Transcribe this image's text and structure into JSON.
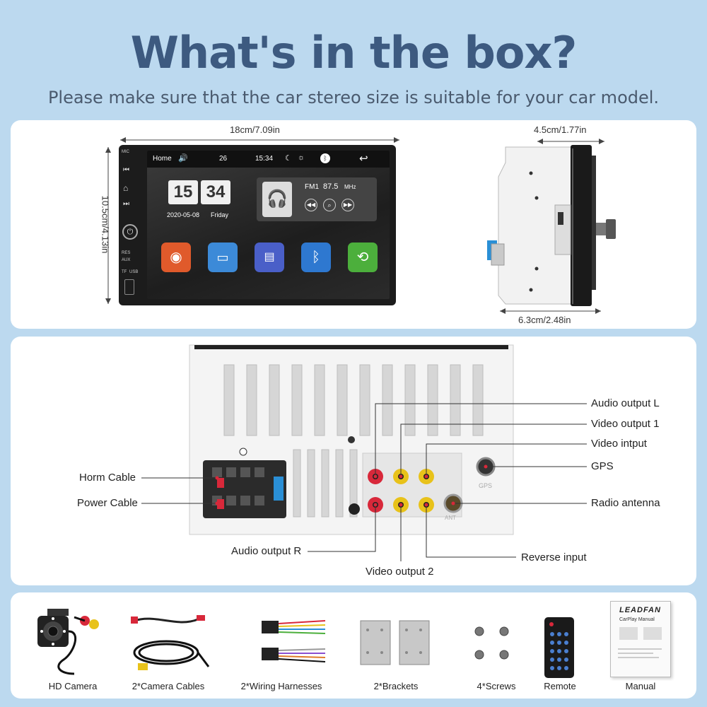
{
  "header": {
    "title": "What's in the box?",
    "subtitle": "Please make sure that the car stereo size is suitable for your car model."
  },
  "dimensions": {
    "width": "18cm/7.09in",
    "height": "10.5cm/4.13in",
    "depth_top": "4.5cm/1.77in",
    "depth_bottom": "6.3cm/2.48in"
  },
  "screen": {
    "home": "Home",
    "volume": "26",
    "time": "15:34",
    "clock_hour": "15",
    "clock_min": "34",
    "date": "2020-05-08",
    "day": "Friday",
    "radio_band": "FM1",
    "radio_freq": "87.5",
    "radio_unit": "MHz",
    "side_labels": [
      "MIC",
      "RES",
      "AUX",
      "TF",
      "USB"
    ]
  },
  "ports": {
    "audio_output_l": "Audio output L",
    "video_output_1": "Video output 1",
    "video_input": "Video intput",
    "gps": "GPS",
    "radio_antenna": "Radio antenna",
    "reverse_input": "Reverse input",
    "video_output_2": "Video output 2",
    "audio_output_r": "Audio output R",
    "horn_cable": "Horm Cable",
    "power_cable": "Power Cable",
    "gps_mark": "GPS",
    "ant_mark": "ANT"
  },
  "items": [
    {
      "label": "HD Camera",
      "icon": "camera-icon"
    },
    {
      "label": "2*Camera Cables",
      "icon": "cables-icon"
    },
    {
      "label": "2*Wiring Harnesses",
      "icon": "harness-icon"
    },
    {
      "label": "2*Brackets",
      "icon": "bracket-icon"
    },
    {
      "label": "4*Screws",
      "icon": "screw-icon"
    },
    {
      "label": "Remote",
      "icon": "remote-icon"
    },
    {
      "label": "Manual",
      "icon": "manual-icon"
    }
  ],
  "manual": {
    "brand": "LEADFAN",
    "title": "CarPlay Manual"
  },
  "colors": {
    "background": "#bcd9ef",
    "title": "#3d5a80",
    "rca_red": "#d8283a",
    "rca_yellow": "#e8c21a"
  }
}
